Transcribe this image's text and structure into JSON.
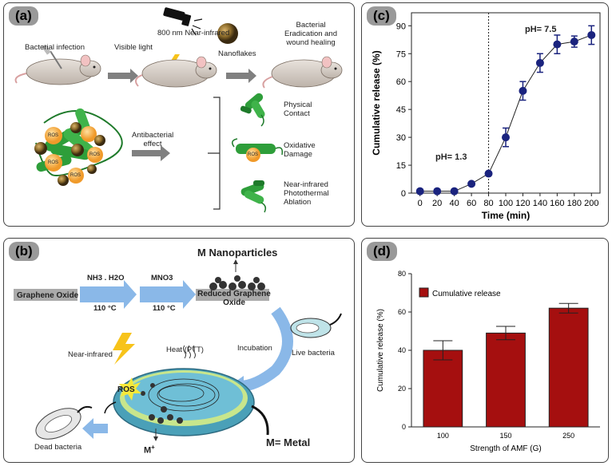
{
  "panel_a": {
    "label": "(a)",
    "bacterial_infection": "Bacterial infection",
    "visible_light": "Visible light",
    "nir_800": "800 nm Near-infrared",
    "nanoflakes": "Nanoflakes",
    "eradication": [
      "Bacterial",
      "Eradication and",
      "wound healing"
    ],
    "antibacterial": [
      "Antibacterial",
      "effect"
    ],
    "ros": "ROS",
    "physical": [
      "Physical",
      "Contact"
    ],
    "oxidative": [
      "Oxidative",
      "Damage"
    ],
    "nir_ablation": [
      "Near-infrared",
      "Photothermal",
      "Ablation"
    ]
  },
  "panel_b": {
    "label": "(b)",
    "graphene_oxide": "Graphene Oxide",
    "nh3": "NH3 . H2O",
    "temp1": "110 °C",
    "mno3": "MNO3",
    "temp2": "110 °C",
    "rgo": [
      "Reduced Graphene",
      "Oxide"
    ],
    "m_nanoparticles": "M Nanoparticles",
    "incubation": "Incubation",
    "live_bacteria": "Live bacteria",
    "near_infrared": "Near-infrared",
    "heat": "Heat (PTT)",
    "ros": "ROS",
    "m_plus": "M",
    "plus": "+",
    "dead_bacteria": "Dead bacteria",
    "metal": "M= Metal"
  },
  "panel_c": {
    "label": "(c)"
  },
  "panel_d": {
    "label": "(d)"
  },
  "colors": {
    "line": "#1a237e",
    "bar": "#a50f0f",
    "arrow": "#8ab8e8",
    "ros": "#f5b041",
    "bacteria": "#2e9e3a"
  },
  "chart_data": [
    {
      "id": "c",
      "type": "line",
      "x": [
        0,
        20,
        40,
        60,
        80,
        100,
        120,
        140,
        160,
        180,
        200
      ],
      "y": [
        1,
        1,
        1,
        5,
        10.5,
        30,
        55,
        70,
        80,
        81.5,
        85
      ],
      "err": [
        1,
        1,
        1,
        0.5,
        0.8,
        5,
        5,
        5,
        5,
        3,
        5
      ],
      "xlabel": "Time (min)",
      "ylabel": "Cumulative release (%)",
      "xticks": [
        0,
        20,
        40,
        60,
        80,
        100,
        120,
        140,
        160,
        180,
        200
      ],
      "yticks": [
        0,
        15,
        30,
        45,
        60,
        75,
        90
      ],
      "xlim": [
        -10,
        210
      ],
      "ylim": [
        0,
        97
      ],
      "divider_x": 80,
      "annotations": [
        "pH= 1.3",
        "pH= 7.5"
      ]
    },
    {
      "id": "d",
      "type": "bar",
      "categories": [
        "100",
        "150",
        "250"
      ],
      "values": [
        40,
        49,
        62
      ],
      "err": [
        5,
        3.5,
        2.5
      ],
      "xlabel": "Strength of AMF (G)",
      "ylabel": "Cumulative release (%)",
      "yticks": [
        0,
        20,
        40,
        60,
        80
      ],
      "ylim": [
        0,
        80
      ],
      "legend": "Cumulative release",
      "legend_position": "top-left"
    }
  ]
}
